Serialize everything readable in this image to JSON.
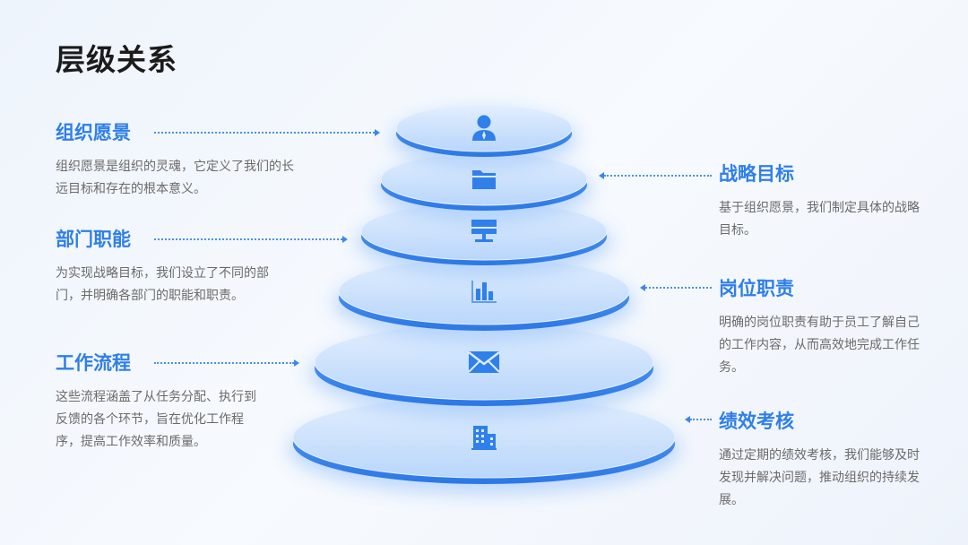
{
  "page": {
    "title": "层级关系"
  },
  "levels": [
    {
      "title": "组织愿景",
      "desc": "组织愿景是组织的灵魂，它定义了我们的长远目标和存在的根本意义。",
      "icon": "user-icon",
      "side": "left"
    },
    {
      "title": "战略目标",
      "desc": "基于组织愿景，我们制定具体的战略目标。",
      "icon": "folder-icon",
      "side": "right"
    },
    {
      "title": "部门职能",
      "desc": "为实现战略目标，我们设立了不同的部门，并明确各部门的职能和职责。",
      "icon": "monitor-icon",
      "side": "left"
    },
    {
      "title": "岗位职责",
      "desc": "明确的岗位职责有助于员工了解自己的工作内容，从而高效地完成工作任务。",
      "icon": "bar-chart-icon",
      "side": "right"
    },
    {
      "title": "工作流程",
      "desc": "这些流程涵盖了从任务分配、执行到反馈的各个环节，旨在优化工作程序，提高工作效率和质量。",
      "icon": "mail-icon",
      "side": "left"
    },
    {
      "title": "绩效考核",
      "desc": "通过定期的绩效考核，我们能够及时发现并解决问题，推动组织的持续发展。",
      "icon": "building-icon",
      "side": "right"
    }
  ],
  "colors": {
    "accent": "#2f7fe8",
    "disc_top": "#cfe3fd",
    "disc_edge": "#3d8df0",
    "icon": "#2f80ea"
  }
}
